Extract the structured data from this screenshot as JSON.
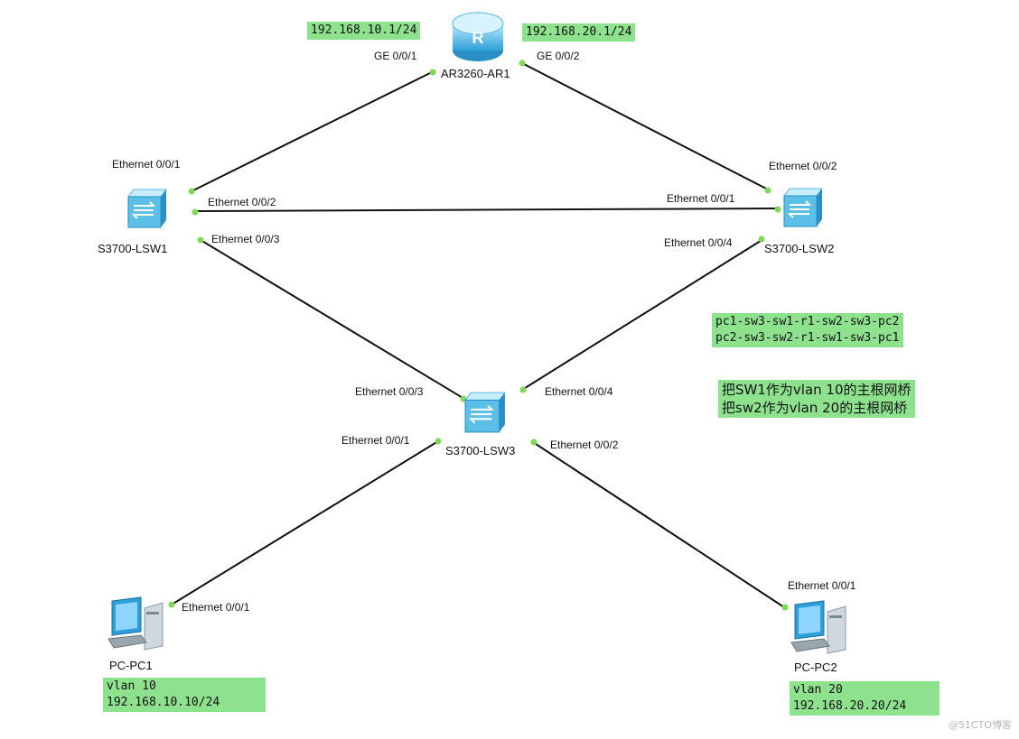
{
  "devices": {
    "router": {
      "label": "AR3260-AR1",
      "icon": "router-icon"
    },
    "lsw1": {
      "label": "S3700-LSW1",
      "icon": "switch-icon"
    },
    "lsw2": {
      "label": "S3700-LSW2",
      "icon": "switch-icon"
    },
    "lsw3": {
      "label": "S3700-LSW3",
      "icon": "switch-icon"
    },
    "pc1": {
      "label": "PC-PC1",
      "icon": "pc-icon"
    },
    "pc2": {
      "label": "PC-PC2",
      "icon": "pc-icon"
    }
  },
  "ports": {
    "ar_ge001": "GE 0/0/1",
    "ar_ge002": "GE 0/0/2",
    "lsw1_e1": "Ethernet 0/0/1",
    "lsw1_e2": "Ethernet 0/0/2",
    "lsw1_e3": "Ethernet 0/0/3",
    "lsw2_e2": "Ethernet 0/0/2",
    "lsw2_e1": "Ethernet 0/0/1",
    "lsw2_e4": "Ethernet 0/0/4",
    "lsw3_e3": "Ethernet 0/0/3",
    "lsw3_e4": "Ethernet 0/0/4",
    "lsw3_e1": "Ethernet 0/0/1",
    "lsw3_e2": "Ethernet 0/0/2",
    "pc1_e1": "Ethernet 0/0/1",
    "pc2_e1": "Ethernet 0/0/1"
  },
  "notes": {
    "gw10": "192.168.10.1/24",
    "gw20": "192.168.20.1/24",
    "paths": "pc1-sw3-sw1-r1-sw2-sw3-pc2\npc2-sw3-sw2-r1-sw1-sw3-pc1",
    "roots": "把SW1作为vlan 10的主根网桥\n把sw2作为vlan 20的主根网桥",
    "pc1_info": "vlan 10\n192.168.10.10/24",
    "pc2_info": "vlan 20\n192.168.20.20/24"
  },
  "watermark": "@51CTO博客",
  "colors": {
    "note_bg": "#8ee28e",
    "port_dot": "#7ed957",
    "link": "#111111",
    "device_blue": "#5bbfe8"
  }
}
